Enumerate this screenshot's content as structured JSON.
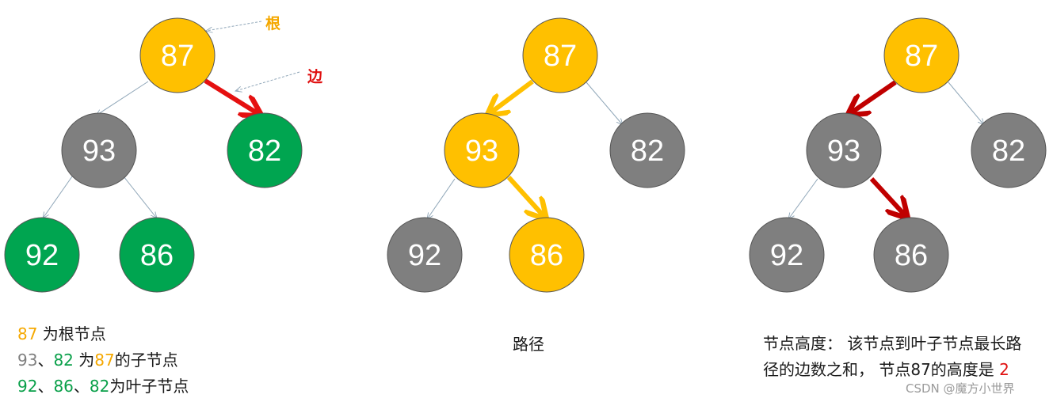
{
  "colors": {
    "root_orange": "#ffc000",
    "gray": "#7f7f7f",
    "green": "#00a550",
    "red_edge": "#e51010",
    "dark_red_edge": "#c00000",
    "path_orange": "#ffc000",
    "thin_edge": "#8fa6b8",
    "annot_orange": "#f5a800",
    "annot_red": "#e01010"
  },
  "annotations": {
    "root_label": "根",
    "edge_label": "边"
  },
  "trees": {
    "left": {
      "root": "87",
      "left": "93",
      "right": "82",
      "left_left": "92",
      "left_right": "86"
    },
    "middle": {
      "root": "87",
      "left": "93",
      "right": "82",
      "left_left": "92",
      "left_right": "86"
    },
    "right": {
      "root": "87",
      "left": "93",
      "right": "82",
      "left_left": "92",
      "left_right": "86"
    }
  },
  "caption_left": {
    "line1": {
      "n87": "87",
      "text": " 为根节点"
    },
    "line2": {
      "n93": "93",
      "sep1": "、",
      "n82": "82",
      "mid": " 为",
      "n87": "87",
      "tail": "的子节点"
    },
    "line3": {
      "n92": "92",
      "sep1": "、",
      "n86": "86",
      "sep2": "、",
      "n82": "82",
      "tail": "为叶子节点"
    }
  },
  "caption_middle": {
    "text": "路径"
  },
  "caption_right": {
    "line1": "节点高度： 该节点到叶子节点最长路",
    "line2_text": "径的边数之和， 节点87的高度是 ",
    "line2_value": "2"
  },
  "watermark": "CSDN @魔方小世界"
}
